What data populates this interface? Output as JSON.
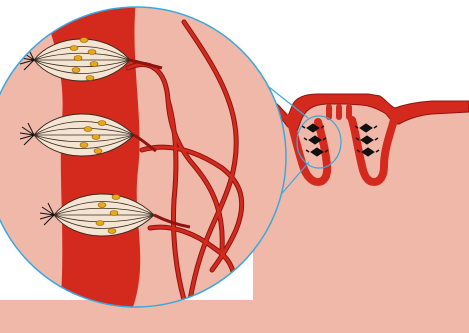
{
  "diagram": {
    "colors": {
      "background": "#ffffff",
      "tissue": "#f0b8a8",
      "vessel": "#d42a1e",
      "vessel_outline": "#8e1410",
      "magnifier_outline": "#3aa8e0",
      "bundle_fill": "#f4e4d2",
      "bundle_line": "#3a2a20",
      "granule": "#e8a818",
      "fiber": "#111111"
    },
    "icons": {
      "magnifier": "magnifier-circle",
      "bundle": "nerve-bundle",
      "connector": "sensory-ending"
    },
    "bundle_count": 3,
    "fiber_count": 5,
    "connector_count": 6
  }
}
